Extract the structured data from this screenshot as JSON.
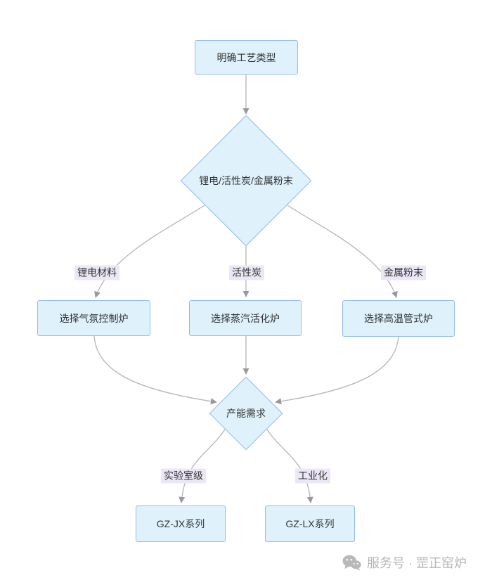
{
  "diagram": {
    "nodes": {
      "start": {
        "label": "明确工艺类型",
        "type": "process"
      },
      "decision1": {
        "label": "锂电/活性炭/金属粉末",
        "type": "decision"
      },
      "atmosphere_furnace": {
        "label": "选择气氛控制炉",
        "type": "process"
      },
      "steam_furnace": {
        "label": "选择蒸汽活化炉",
        "type": "process"
      },
      "tube_furnace": {
        "label": "选择高温管式炉",
        "type": "process"
      },
      "decision2": {
        "label": "产能需求",
        "type": "decision"
      },
      "jx_series": {
        "label": "GZ-JX系列",
        "type": "process"
      },
      "lx_series": {
        "label": "GZ-LX系列",
        "type": "process"
      }
    },
    "edge_labels": {
      "lithium": "锂电材料",
      "activated_carbon": "活性炭",
      "metal_powder": "金属粉末",
      "lab_scale": "实验室级",
      "industrial": "工业化"
    },
    "colors": {
      "node_fill": "#dff2fc",
      "node_border": "#93bcf0",
      "edge_line": "#b5b5b5",
      "arrowhead": "#999999",
      "label_bg": "#ece7f7",
      "text": "#333333",
      "watermark": "#b7b7b7",
      "background": "#ffffff"
    }
  },
  "watermark": {
    "icon": "wechat-icon",
    "text": "服务号 · 罡正窑炉"
  }
}
